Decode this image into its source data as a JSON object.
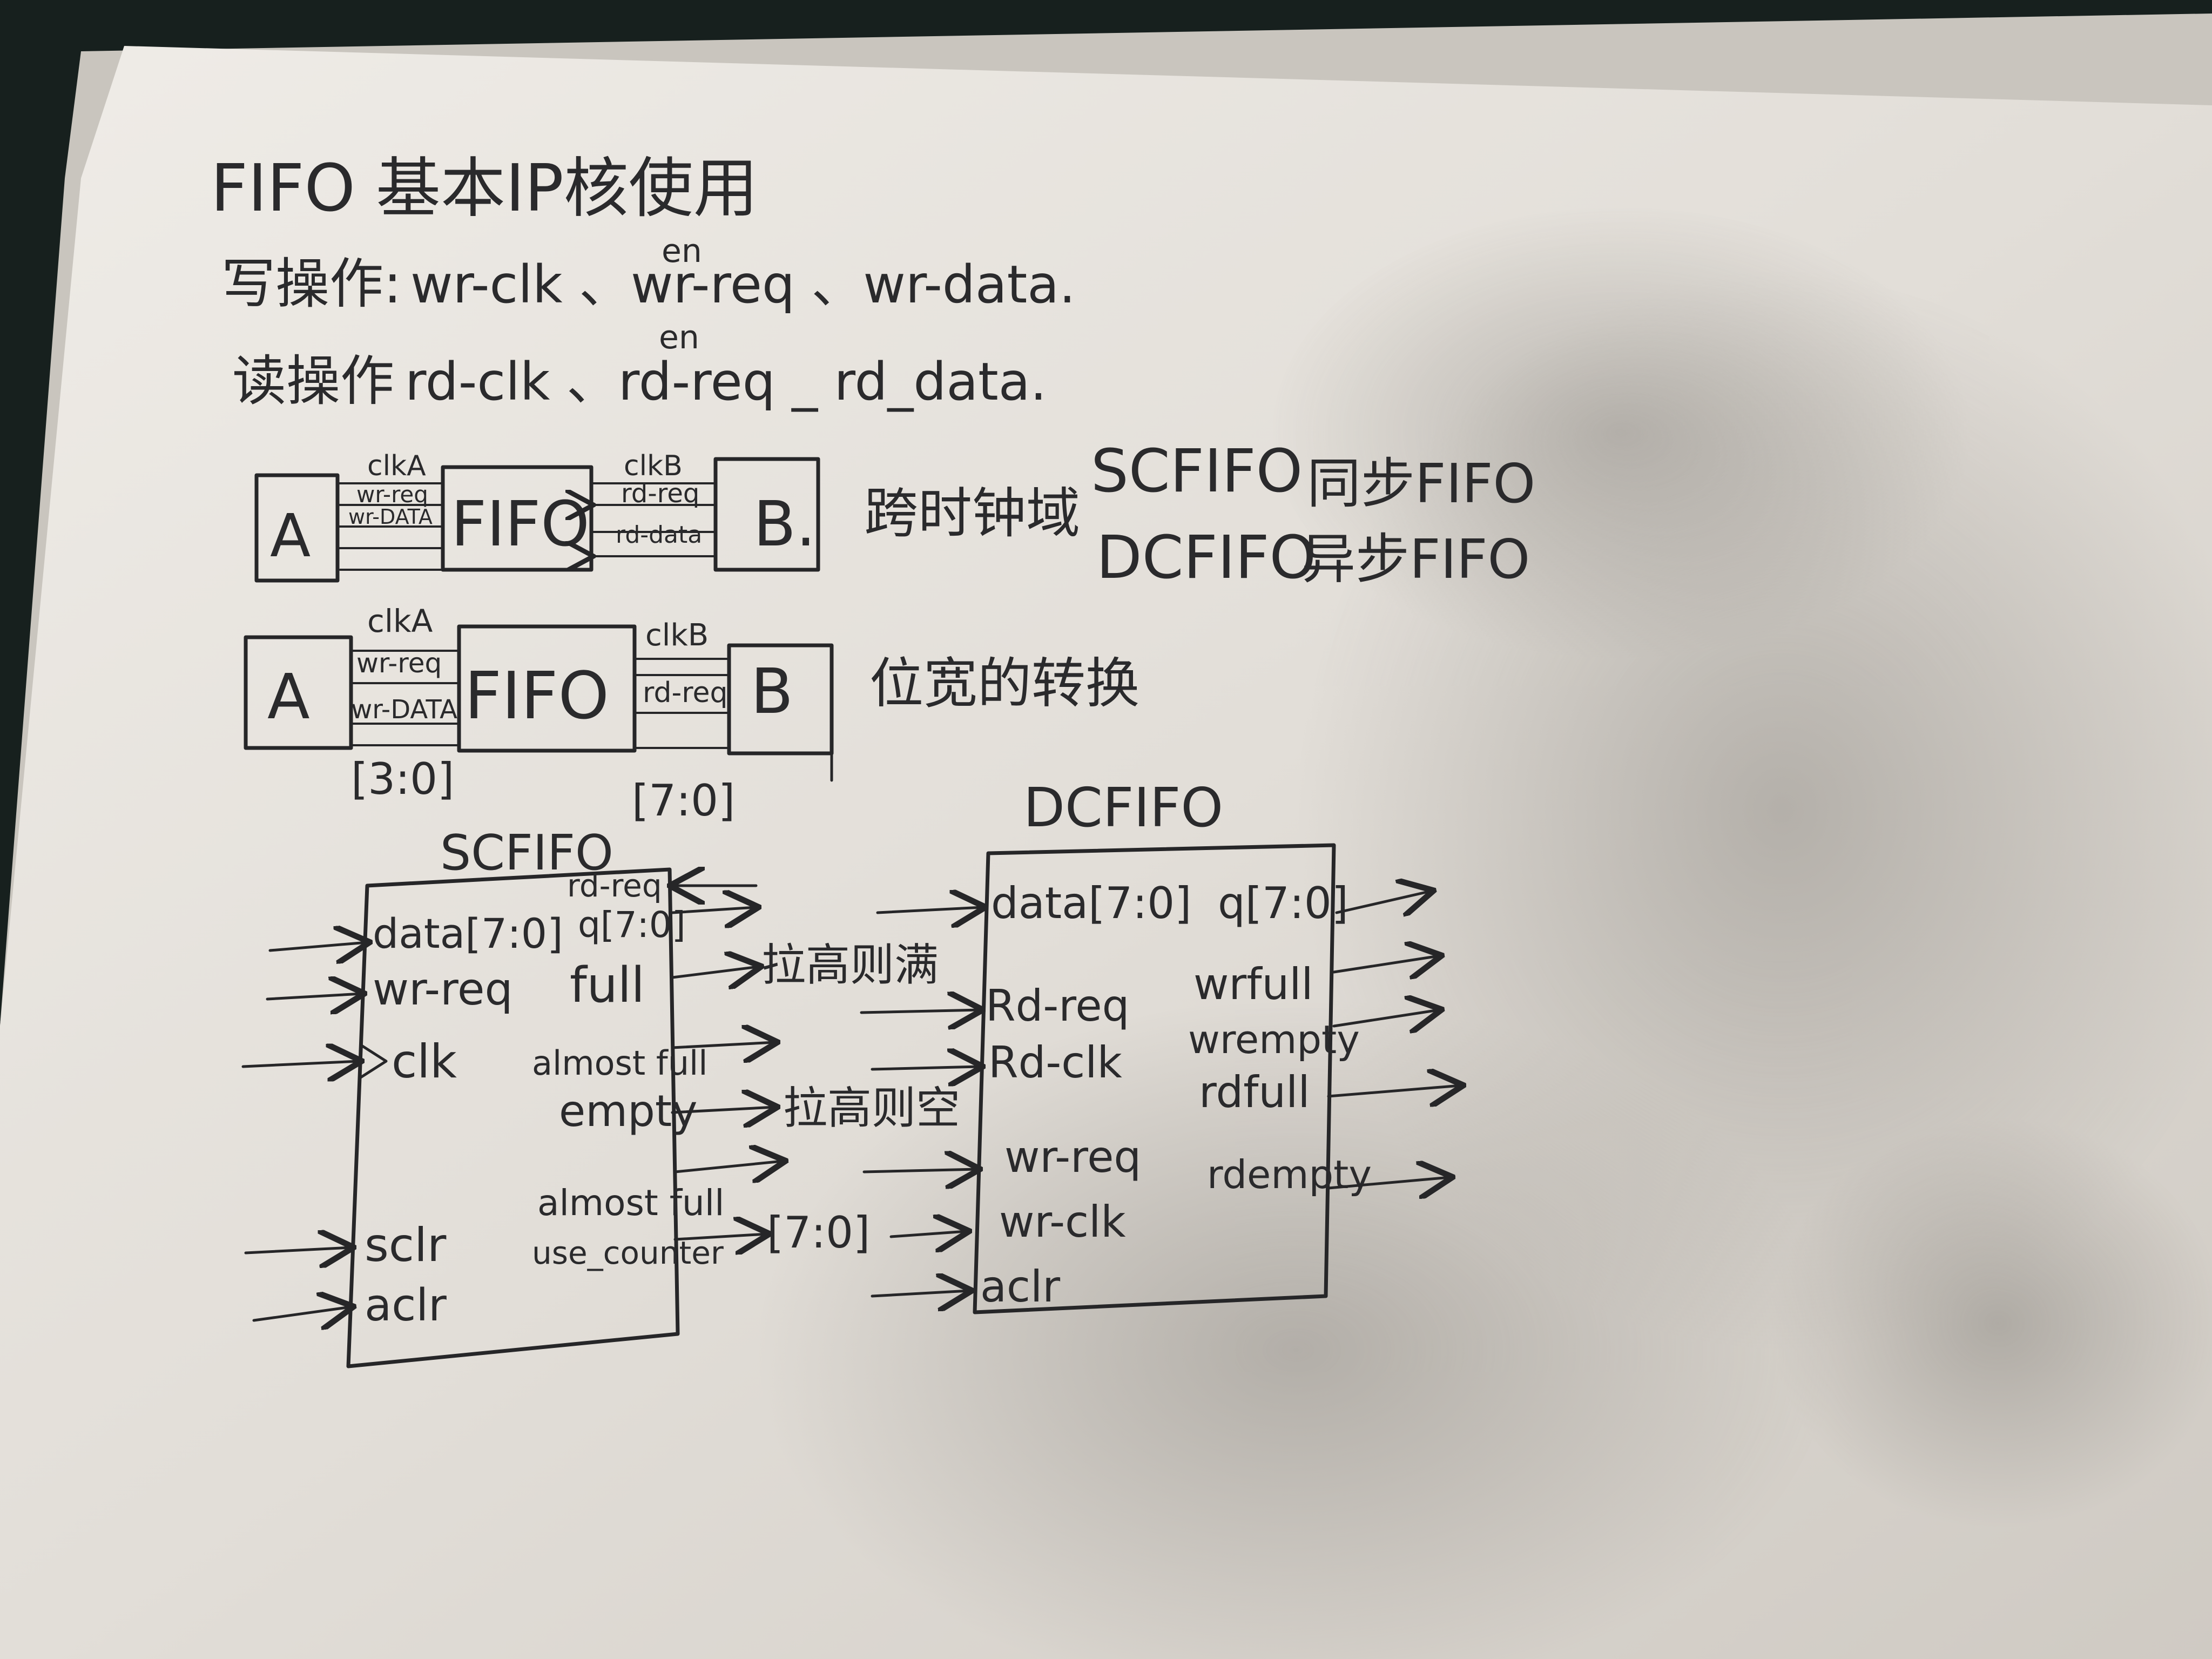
{
  "title": "FIFO 基本IP核使用",
  "write_op": {
    "label": "写操作:",
    "signals": "wr-clk 、wr-req 、wr-data.",
    "en_note": "en"
  },
  "read_op": {
    "label": "读操作",
    "signals": "rd-clk 、rd-req _ rd_data.",
    "en_note": "en"
  },
  "cross_clock": {
    "block_a": "A",
    "block_fifo": "FIFO",
    "block_b": "B.",
    "left_signals": [
      "clkA",
      "wr-req",
      "wr-DATA"
    ],
    "right_signals": [
      "clkB",
      "rd-req",
      "rd-data"
    ],
    "note": "跨时钟域"
  },
  "fifo_types": {
    "scfifo": "SCFIFO",
    "scfifo_note": "同步FIFO",
    "dcfifo": "DCFIFO",
    "dcfifo_note": "异步FIFO"
  },
  "width_convert": {
    "block_a": "A",
    "block_fifo": "FIFO",
    "block_b": "B",
    "left_signals": [
      "clkA",
      "wr-req",
      "wr-DATA"
    ],
    "right_signals": [
      "clkB",
      "rd-req"
    ],
    "left_width": "[3:0]",
    "right_width": "[7:0]",
    "note": "位宽的转换"
  },
  "scfifo_block": {
    "title": "SCFIFO",
    "inputs": [
      "data[7:0]",
      "wr-req",
      "clk",
      "sclr",
      "aclr"
    ],
    "outputs": [
      "rd-req",
      "q[7:0]",
      "full",
      "almost full",
      "empty",
      "almost full",
      "use_counter"
    ],
    "full_note": "拉高则满",
    "empty_note": "拉高则空",
    "counter_width": "[7:0]"
  },
  "dcfifo_block": {
    "title": "DCFIFO",
    "inputs": [
      "data[7:0]",
      "Rd-req",
      "Rd-clk",
      "wr-req",
      "wr-clk",
      "aclr"
    ],
    "outputs": [
      "q[7:0]",
      "wrfull",
      "wrempty",
      "rdfull",
      "rdempty"
    ]
  }
}
